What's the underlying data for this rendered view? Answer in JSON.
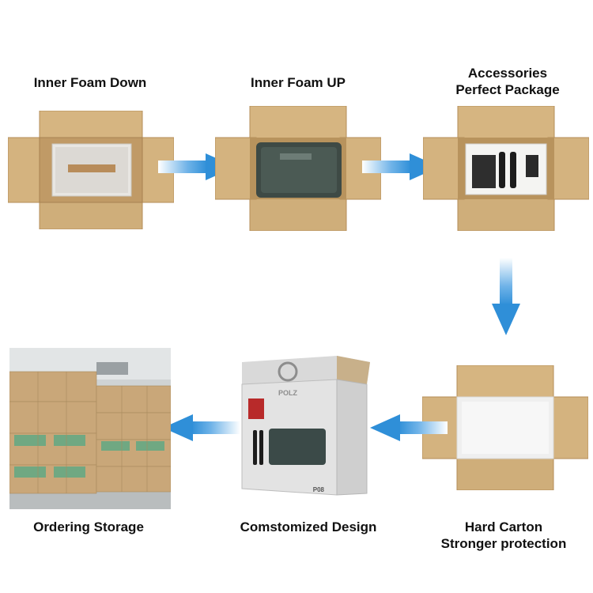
{
  "steps": [
    {
      "id": "inner-foam-down",
      "lines": [
        "Inner Foam Down"
      ]
    },
    {
      "id": "inner-foam-up",
      "lines": [
        "Inner Foam UP"
      ]
    },
    {
      "id": "accessories",
      "lines": [
        "Accessories",
        "Perfect Package"
      ]
    },
    {
      "id": "hard-carton",
      "lines": [
        "Hard Carton",
        "Stronger protection"
      ]
    },
    {
      "id": "customized-design",
      "lines": [
        "Comstomized Design"
      ]
    },
    {
      "id": "ordering-storage",
      "lines": [
        "Ordering Storage"
      ]
    }
  ],
  "box_print": {
    "brand": "POLZ",
    "model": "P08"
  },
  "colors": {
    "cardboard": "#d2b07f",
    "cardboard_dark": "#b8935d",
    "arrow": "#2f8fd8",
    "foam": "#e6e6e6"
  }
}
